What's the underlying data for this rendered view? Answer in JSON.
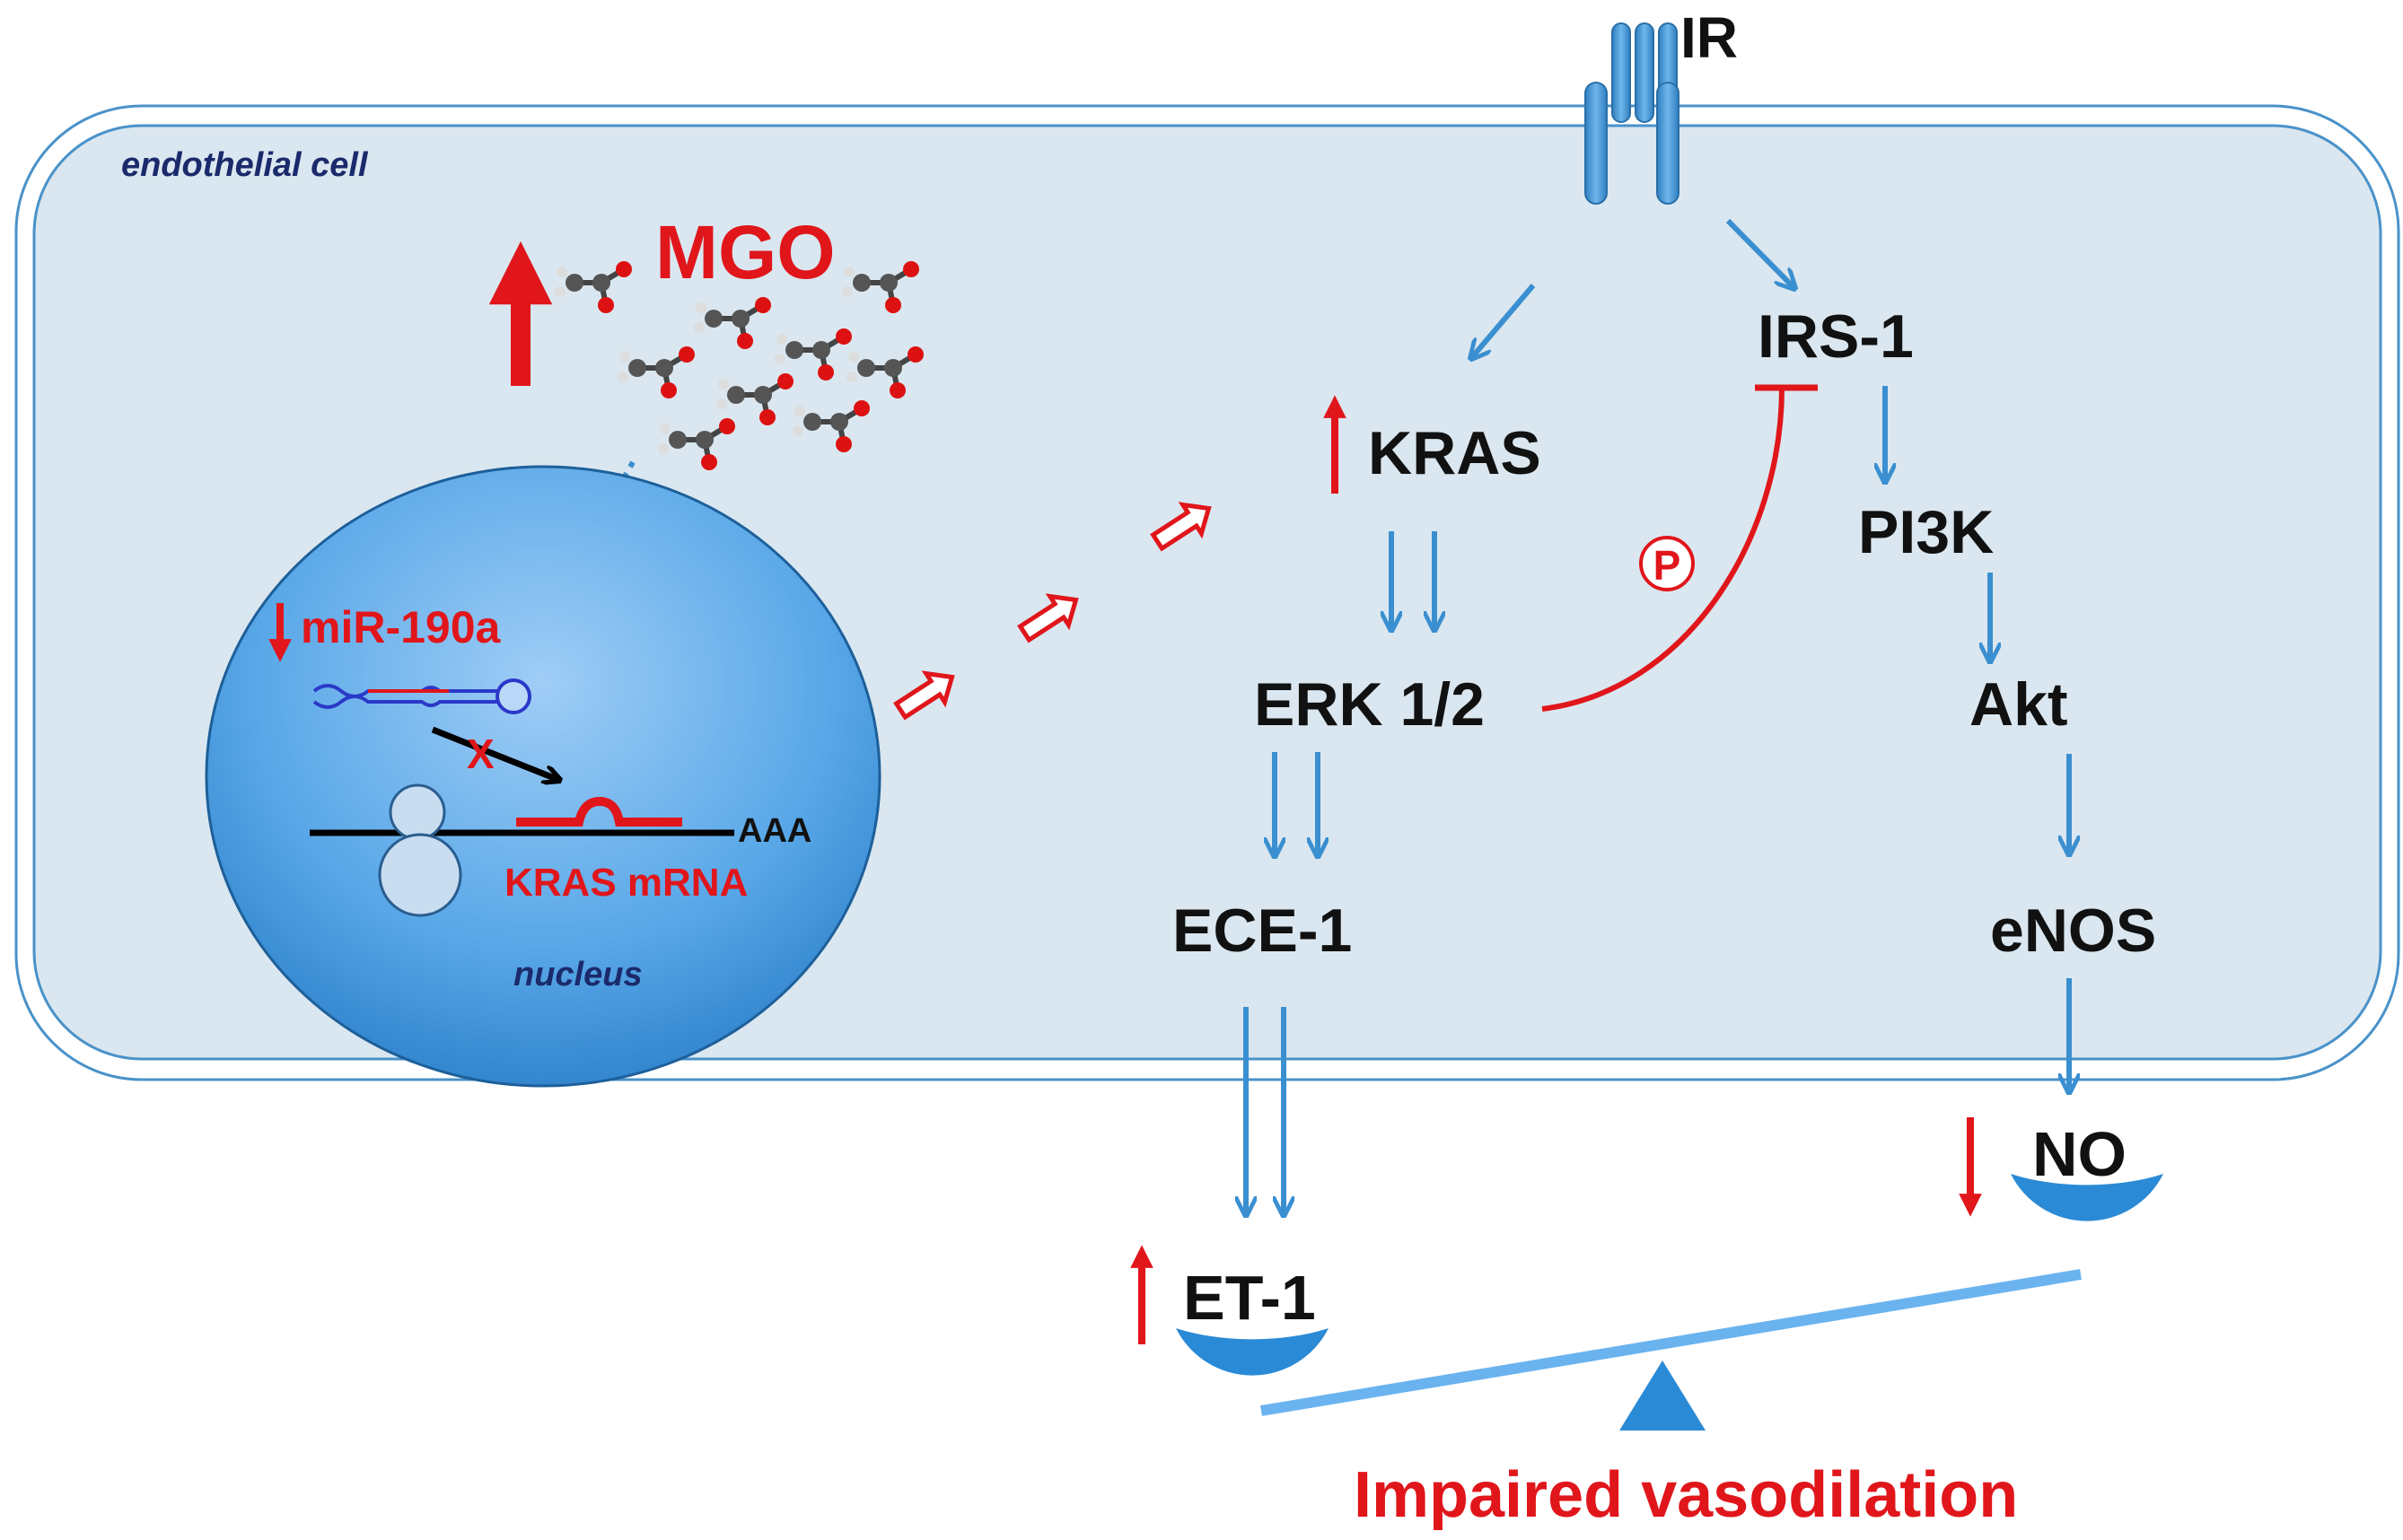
{
  "cell": {
    "label": "endothelial cell",
    "fill": "#dae7f0",
    "border": "#4a92c9"
  },
  "nucleus": {
    "label": "nucleus"
  },
  "receptor": {
    "label": "IR"
  },
  "mgo": {
    "label": "MGO"
  },
  "mirna": {
    "label": "miR-190a"
  },
  "mrna": {
    "label": "KRAS mRNA",
    "tail": "AAA",
    "block_mark": "X"
  },
  "nodes": {
    "kras": "KRAS",
    "erk": "ERK 1/2",
    "ece1": "ECE-1",
    "irs1": "IRS-1",
    "pi3k": "PI3K",
    "akt": "Akt",
    "enos": "eNOS",
    "et1": "ET-1",
    "no": "NO"
  },
  "phospho": {
    "label": "P"
  },
  "outcome": {
    "label": "Impaired vasodilation"
  },
  "colors": {
    "arrow": "#3a8fd0",
    "red": "#e0161b",
    "text": "#111111",
    "navy": "#1b2a6b"
  }
}
